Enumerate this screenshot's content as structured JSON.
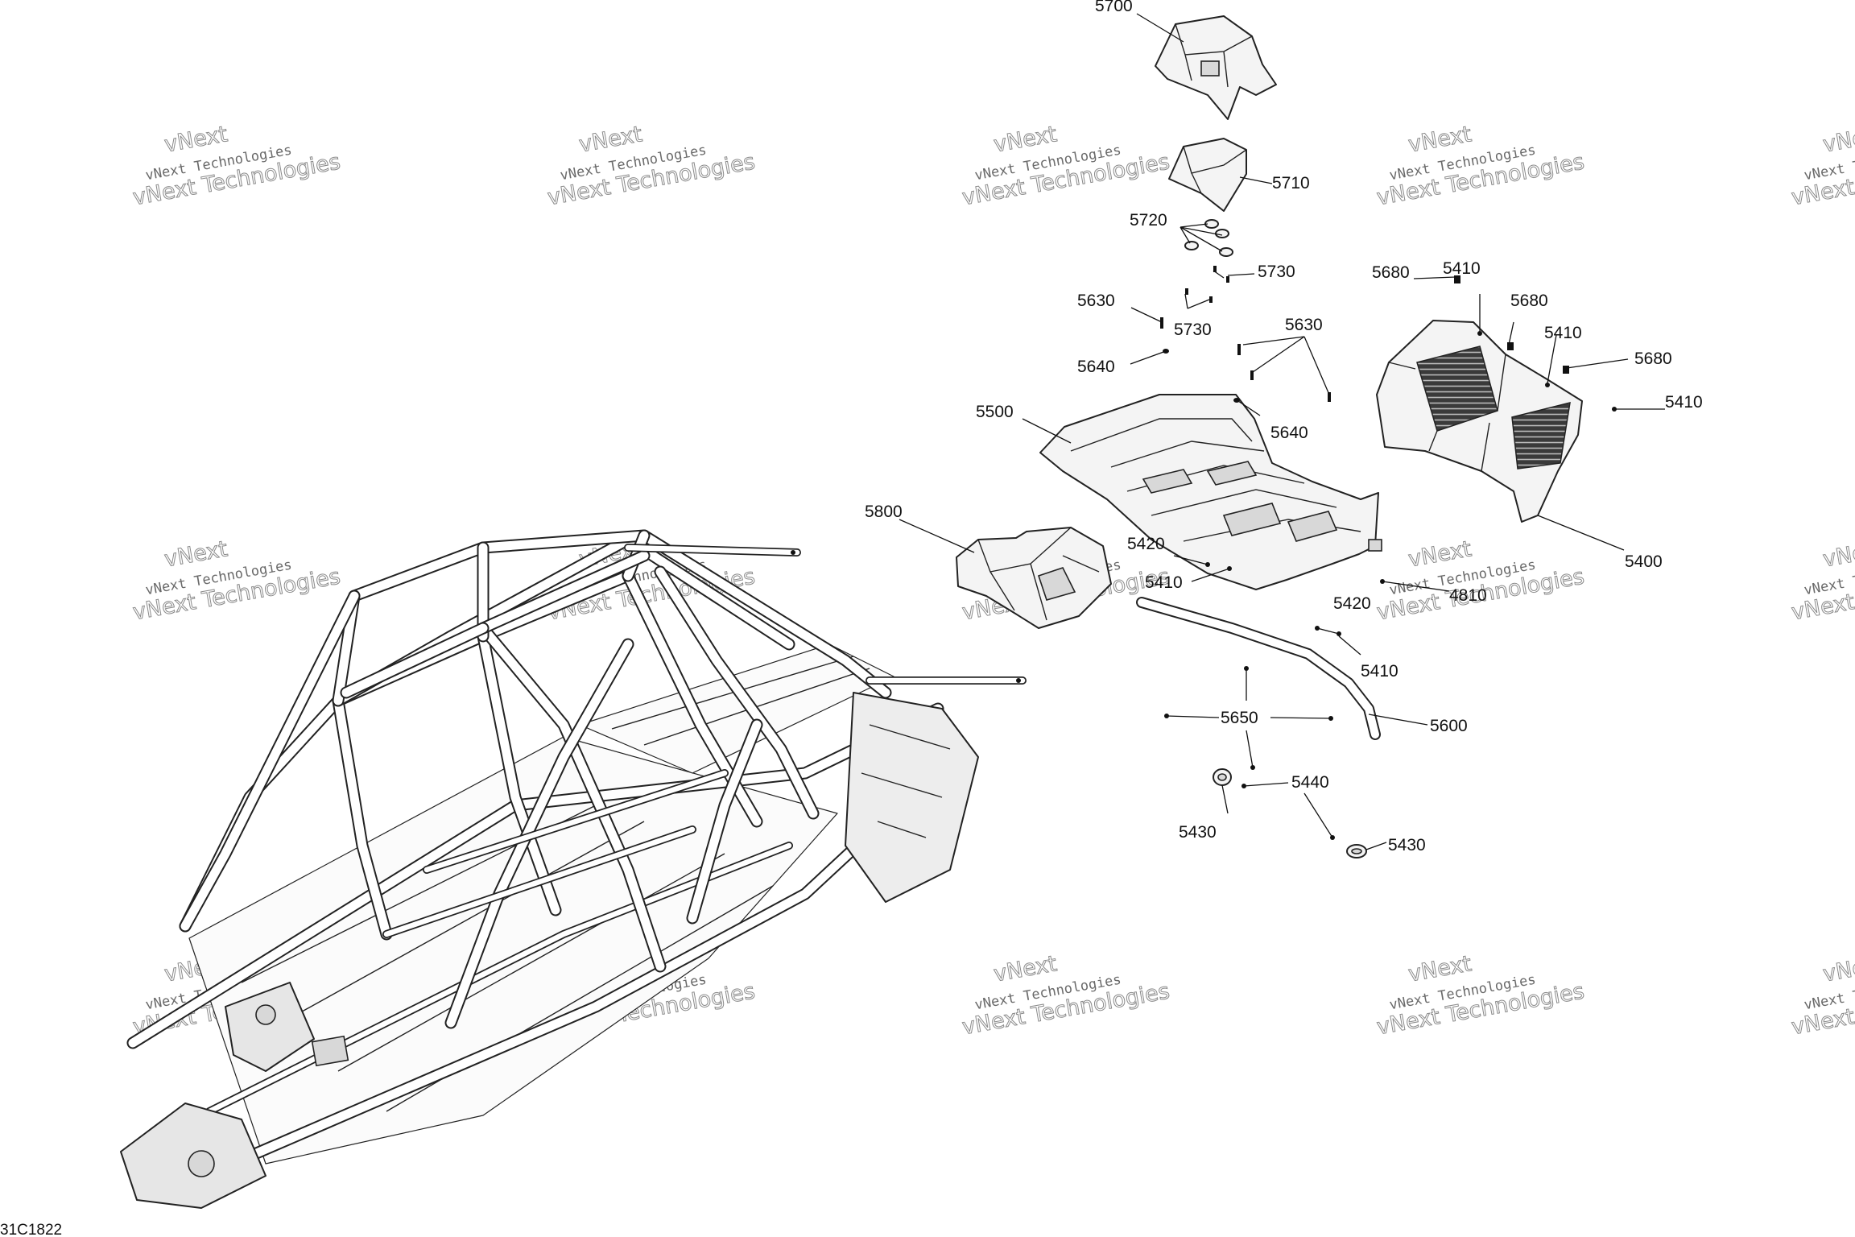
{
  "diagram": {
    "reference_code": "31C1822",
    "watermark": {
      "line1": "vNext Technologies",
      "line2": "vNext Technologies",
      "tag": "vNext"
    },
    "callouts": [
      "5700",
      "5710",
      "5720",
      "5730",
      "5730",
      "5630",
      "5630",
      "5640",
      "5640",
      "5680",
      "5680",
      "5680",
      "5410",
      "5410",
      "5410",
      "5410",
      "5410",
      "5500",
      "5400",
      "5800",
      "5420",
      "5420",
      "4810",
      "5600",
      "5650",
      "5440",
      "5430",
      "5430"
    ]
  }
}
